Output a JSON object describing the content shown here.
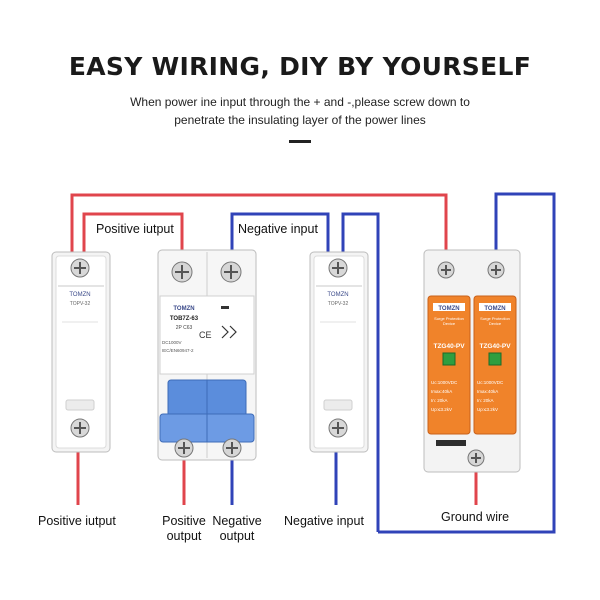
{
  "header": {
    "title": "EASY WIRING, DIY BY YOURSELF",
    "subtitle_line1": "When power ine input through the + and -,please screw down to",
    "subtitle_line2": "penetrate the insulating layer of the power lines"
  },
  "labels": {
    "positive_input_top": "Positive iutput",
    "negative_input_top": "Negative input",
    "ground_wire": "Ground wire",
    "positive_output_bottom": "Positive iutput",
    "positive_output_l1": "Positive",
    "positive_output_l2": "output",
    "negative_output_l1": "Negative",
    "negative_output_l2": "output",
    "negative_input_bottom": "Negative input"
  },
  "devices": {
    "fuse_left": {
      "brand": "TOMZN",
      "model": "TOPV-32"
    },
    "breaker": {
      "brand": "TOMZN",
      "model": "TOB7Z-63",
      "rating": "2P C63",
      "spec_l1": "DC1000V",
      "spec_l2": "IEC/EN60947-2"
    },
    "fuse_right": {
      "brand": "TOMZN",
      "model": "TOPV-32"
    },
    "spd": {
      "brand": "TOMZN",
      "desc_l1": "Surge Protection",
      "desc_l2": "Device",
      "model": "TZG40-PV",
      "spec_uc": "Uc:1000VDC",
      "spec_imax": "Imax:40kA",
      "spec_in": "In:    20kA",
      "spec_up": "Up:≤3.2kV"
    }
  },
  "colors": {
    "positive_wire": "#e0454c",
    "negative_wire": "#3043b8",
    "spd_orange": "#f0832a",
    "breaker_blue": "#5b8ddc"
  }
}
